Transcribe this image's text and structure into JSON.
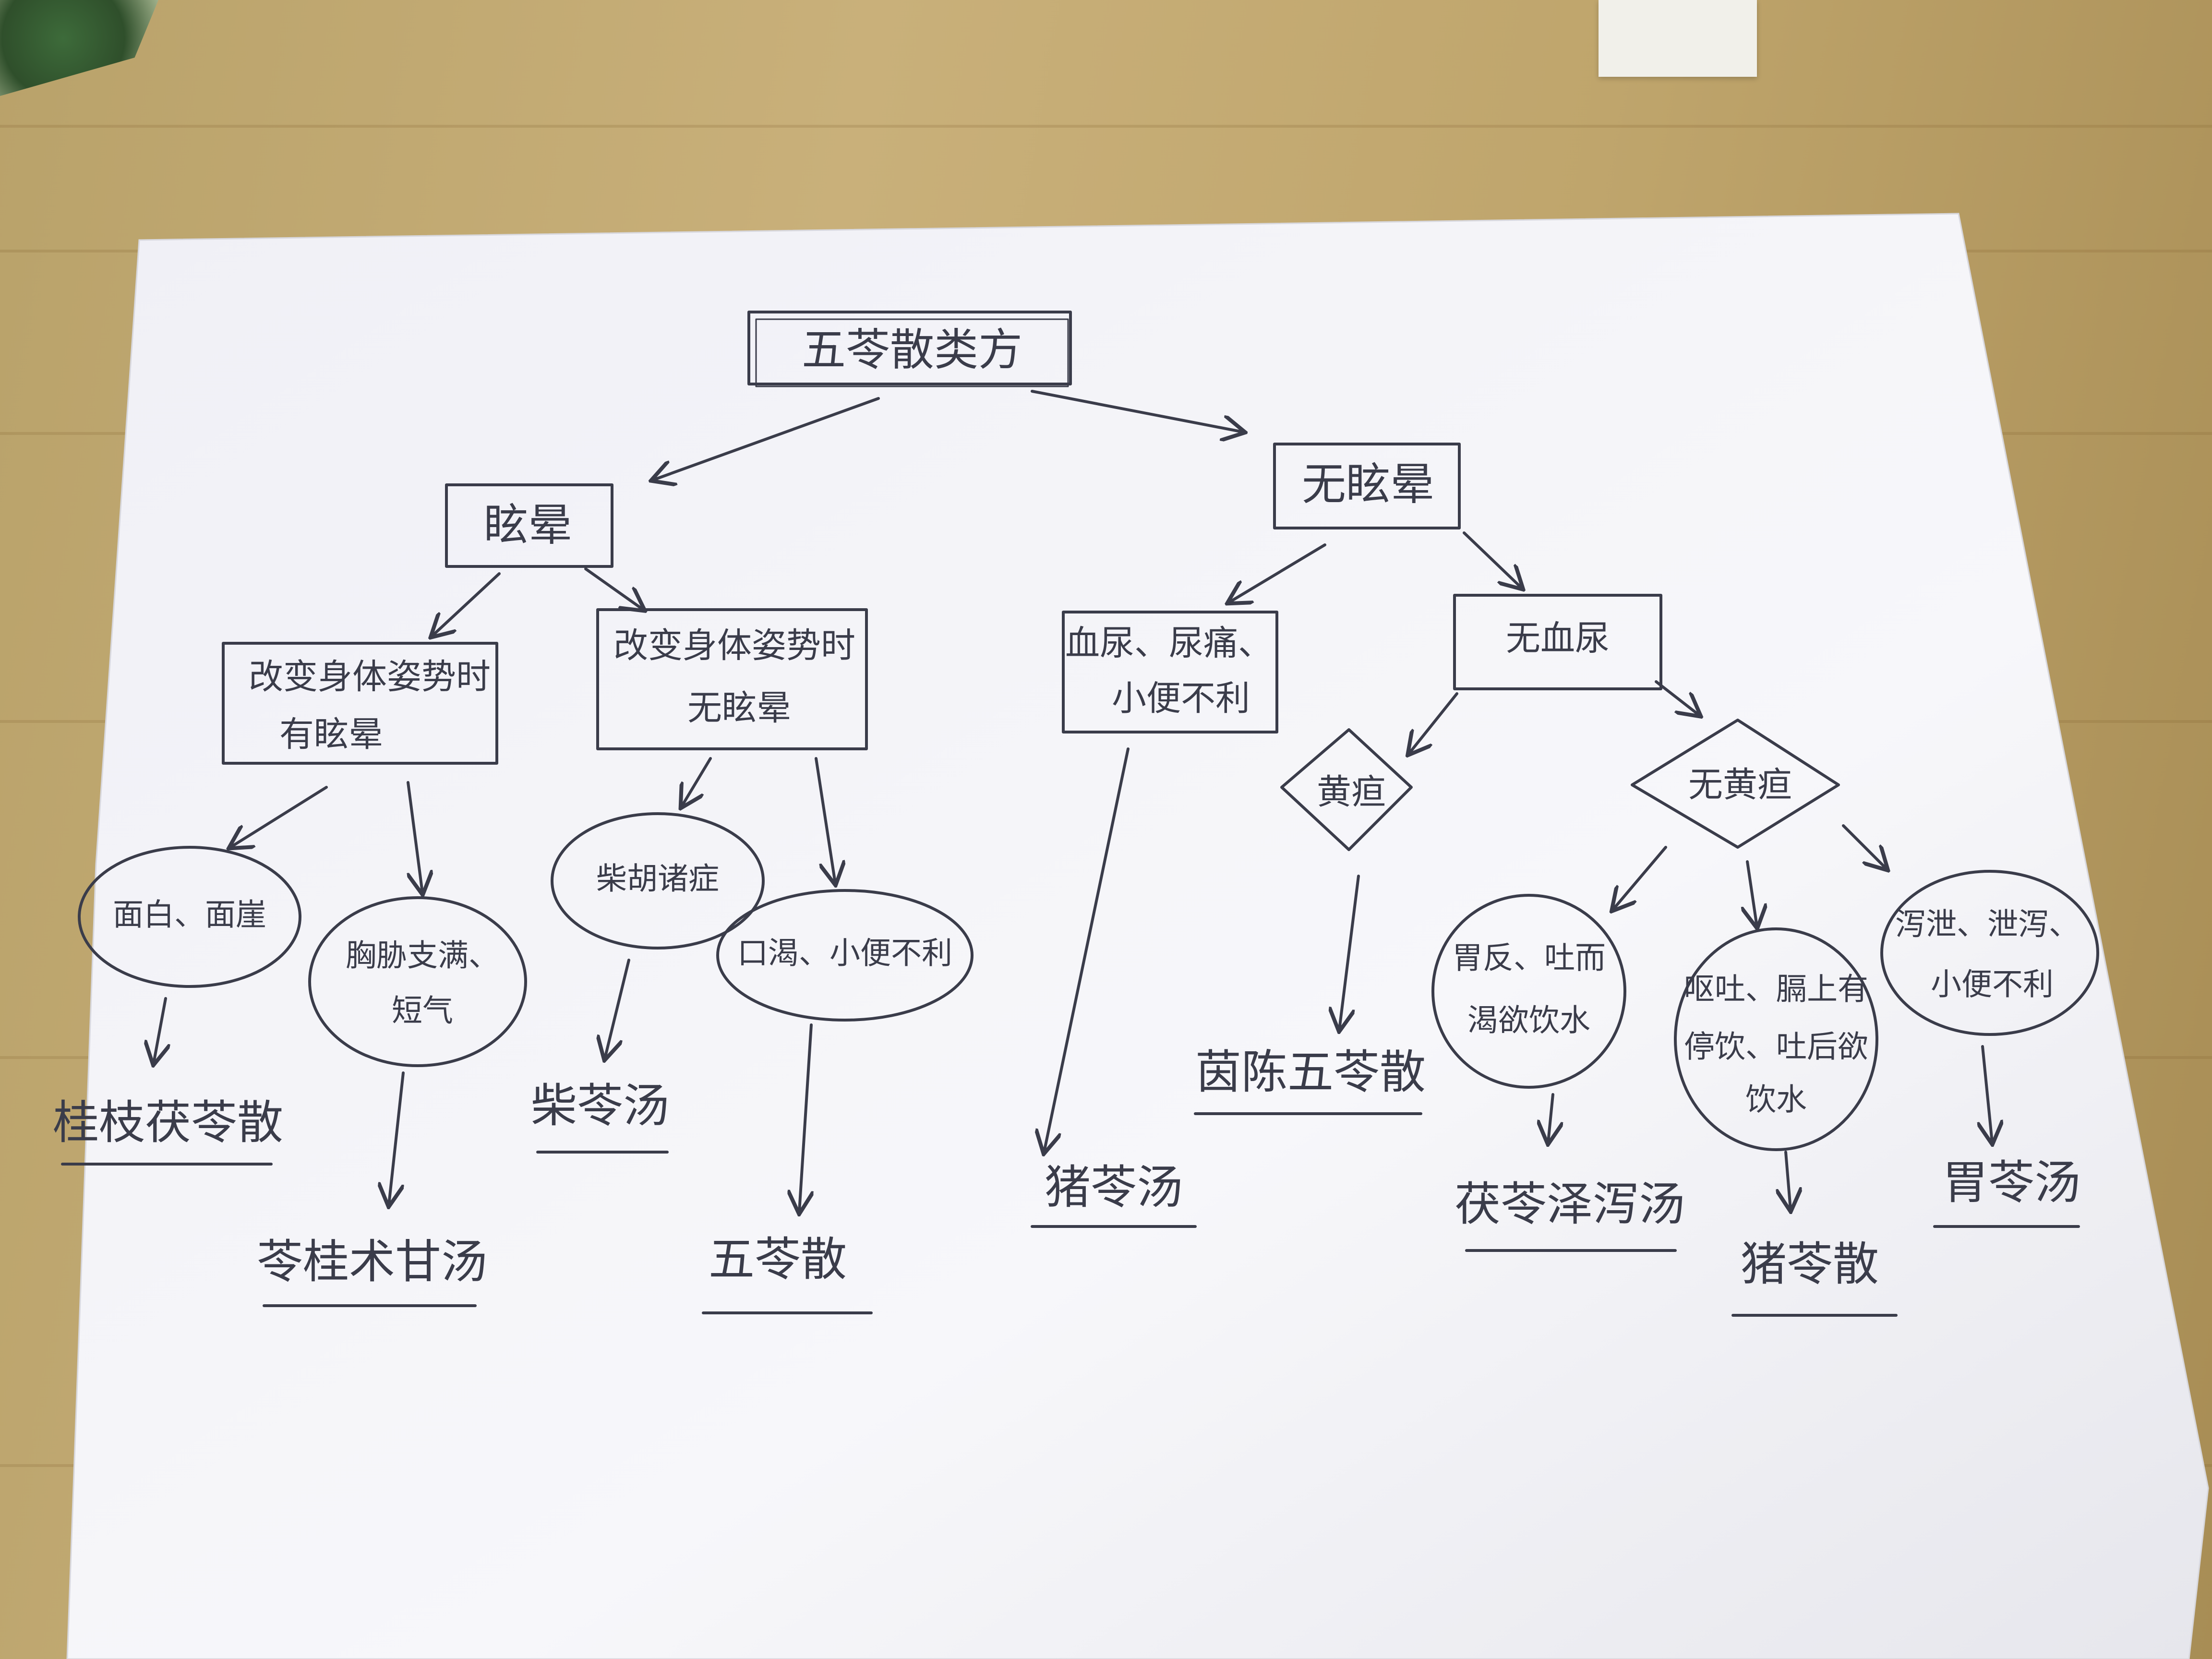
{
  "diagram": {
    "root": "五苓散类方",
    "branch_vertigo": "眩晕",
    "branch_no_vertigo": "无眩晕",
    "vertigo_with_posture": [
      "改变身体姿势时",
      "有眩晕"
    ],
    "vertigo_without_posture": [
      "改变身体姿势时",
      "无眩晕"
    ],
    "cond_tremor": "面白、面崖",
    "cond_chest": [
      "胸胁支满、",
      "短气"
    ],
    "cond_chaihu": "柴胡诸症",
    "cond_thirst": "口渴、小便不利",
    "rx_1": "桂枝茯苓散",
    "rx_2": "苓桂术甘汤",
    "rx_3": "柴苓汤",
    "rx_4": "五苓散",
    "cond_urine": [
      "血尿、尿痛、",
      "小便不利"
    ],
    "no_hematuria": "无血尿",
    "jaundice": "黄疸",
    "no_jaundice": "无黄疸",
    "rx_5": "猪苓汤",
    "rx_6": "茵陈五苓散",
    "cond_stomach": [
      "胃反、吐而",
      "渴欲饮水"
    ],
    "cond_vomit": [
      "呕吐、膈上有",
      "停饮、吐后欲",
      "饮水"
    ],
    "cond_diarrhea": [
      "泻泄、泄泻、",
      "小便不利"
    ],
    "rx_7": "茯苓泽泻汤",
    "rx_8": "猪苓散",
    "rx_9": "胃苓汤"
  },
  "colors": {
    "ink": "#3a3c4a",
    "paper": "#f4f4f8"
  }
}
